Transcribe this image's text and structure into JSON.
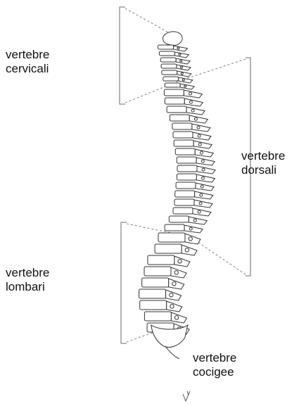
{
  "labels": {
    "cervical": [
      "vertebre",
      "cervicali"
    ],
    "dorsal": [
      "vertebre",
      "dorsali"
    ],
    "lumbar": [
      "vertebre",
      "lombari"
    ],
    "coccyx": [
      "vertebre",
      "cocigee"
    ]
  },
  "colors": {
    "ink": "#333333",
    "bracket": "#8a8a8a",
    "text": "#111111"
  }
}
